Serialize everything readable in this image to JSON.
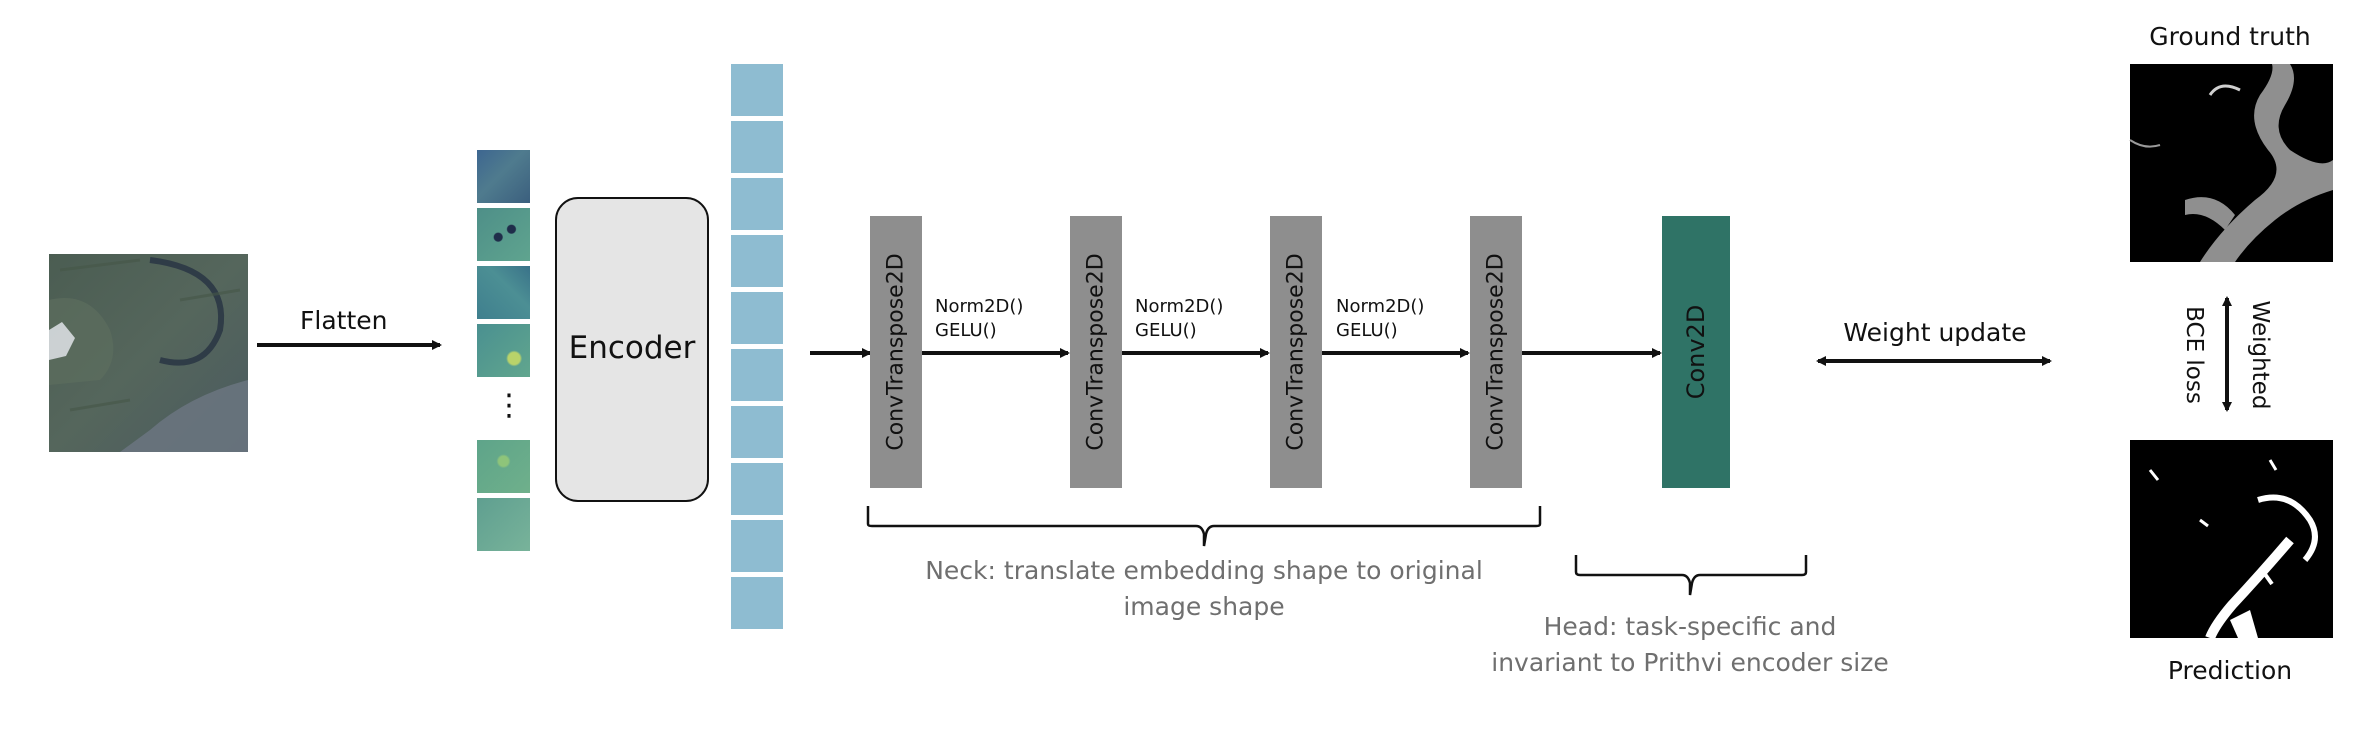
{
  "labels": {
    "flatten": "Flatten",
    "encoder": "Encoder",
    "dots": "⋮",
    "neck_op_1_a": "Norm2D()",
    "neck_op_1_b": "GELU()",
    "neck_op_2_a": "Norm2D()",
    "neck_op_2_b": "GELU()",
    "neck_op_3_a": "Norm2D()",
    "neck_op_3_b": "GELU()",
    "neck_blocks": [
      "ConvTranspose2D",
      "ConvTranspose2D",
      "ConvTranspose2D",
      "ConvTranspose2D"
    ],
    "head_block": "Conv2D",
    "neck_caption_line1": "Neck: translate embedding shape to original",
    "neck_caption_line2": "image shape",
    "head_caption_line1": "Head: task-specific and",
    "head_caption_line2": "invariant to Prithvi encoder size",
    "weight_update": "Weight update",
    "loss_line1": "Weighted",
    "loss_line2": "BCE  loss",
    "ground_truth": "Ground truth",
    "prediction": "Prediction"
  },
  "colors": {
    "neck_block": "#8e8e8e",
    "head_block": "#2f7366",
    "embedding": "#8ebcd1",
    "encoder_fill": "#e5e5e5",
    "caption_text": "#6f6f6f"
  },
  "icons": {
    "dots": "vertical-ellipsis"
  }
}
